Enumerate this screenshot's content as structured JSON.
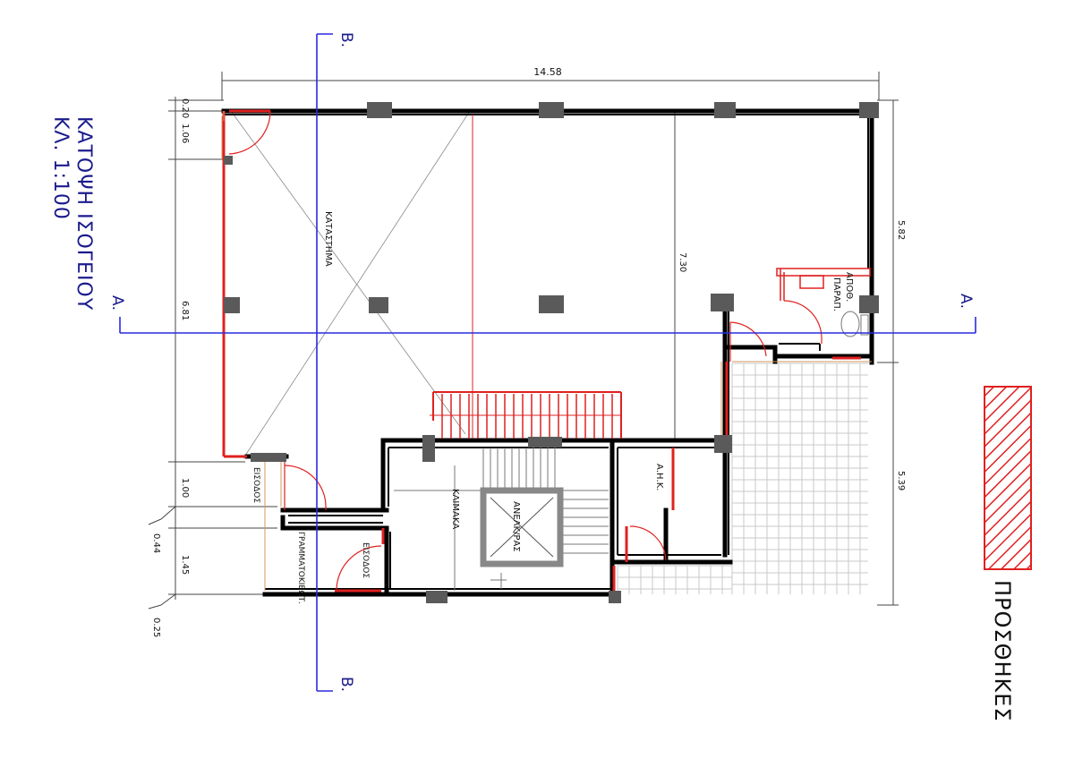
{
  "title": {
    "line1": "ΚΑΤΟΨΗ ΙΣΟΓΕΙΟΥ",
    "line2": "ΚΛ. 1:100"
  },
  "section_marks": {
    "a_left": "Α.",
    "a_right": "Α.",
    "b_top": "Β.",
    "b_bottom": "Β."
  },
  "dimensions": {
    "overall_width": "14.58",
    "left_0_20": "0.20",
    "left_1_06": "1.06",
    "left_6_81": "6.81",
    "left_1_00": "1.00",
    "left_0_44": "0.44",
    "left_1_45": "1.45",
    "left_0_25": "0.25",
    "right_5_82": "5.82",
    "right_5_39": "5.39",
    "interior_7_30": "7.30"
  },
  "rooms": {
    "store": "ΚΑΤΑΣΤΗΜΑ",
    "entrance_1": "ΕΙΣΟΔΟΣ",
    "entrance_2": "ΕΙΣΟΔΟΣ",
    "mailboxes": "ΓΡΑΜΜΑΤΟΚΙΒΩΤ.",
    "stairs": "ΚΛΙΜΑΚΑ",
    "elevator": "ΑΝΕΛΚ/ΡΑΣ",
    "substation": "Α.Η.Κ.",
    "storage": "ΑΠΟΘ.",
    "wc": "ΠΑΡΑΠ."
  },
  "legend": {
    "label": "ΠΡΟΣΘΗΚΕΣ"
  },
  "colors": {
    "wall": "#000000",
    "column": "#5a5a5a",
    "addition": "#e02020",
    "section_line": "#2a2ae0",
    "thin_line": "#666666",
    "title_text": "#1a1a8c"
  }
}
